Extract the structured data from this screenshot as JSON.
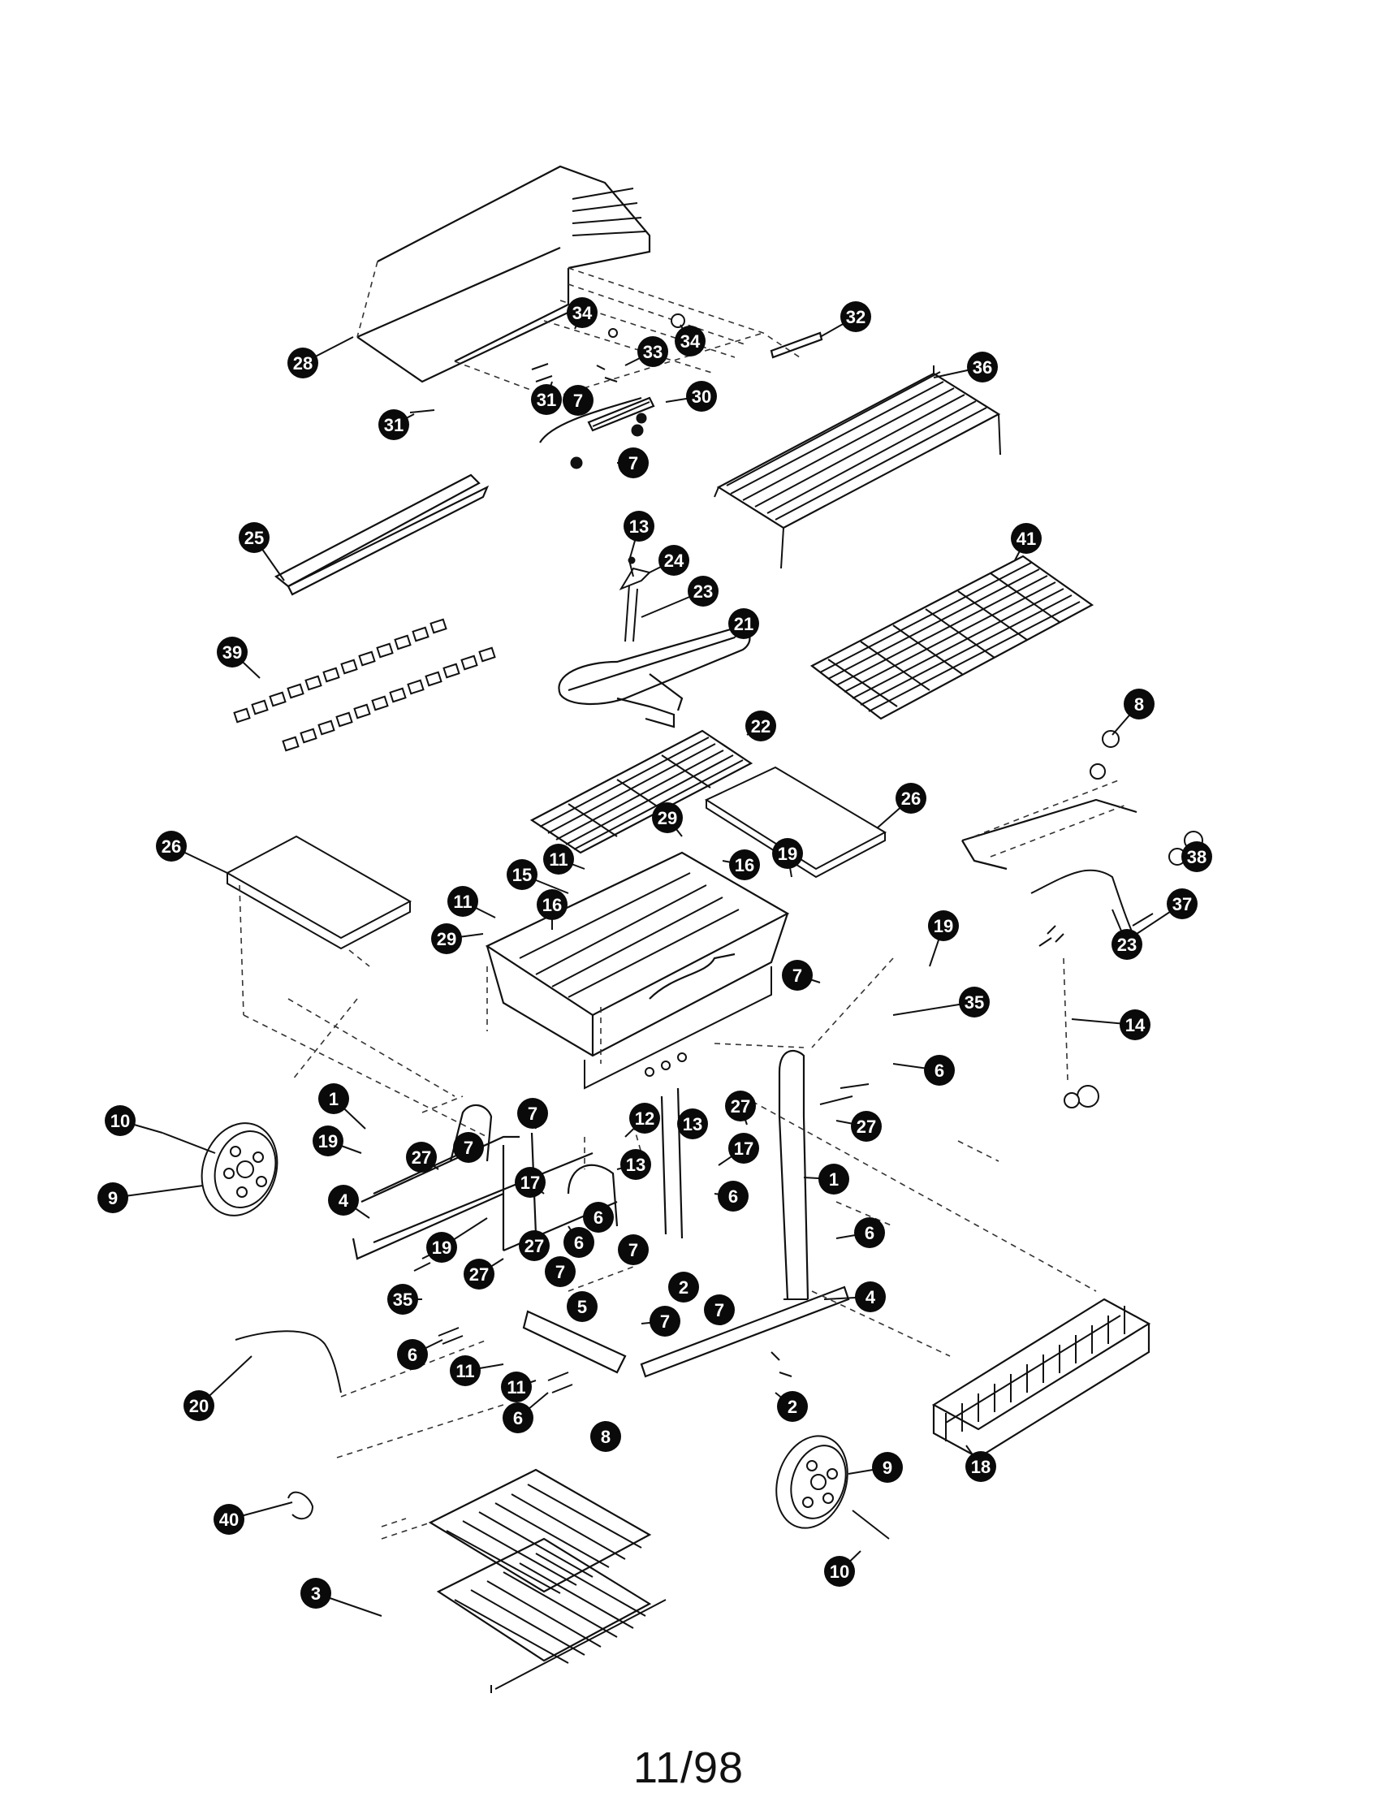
{
  "footer": {
    "date_code": "11/98"
  },
  "callouts": [
    {
      "label": "28"
    },
    {
      "label": "34"
    },
    {
      "label": "34"
    },
    {
      "label": "32"
    },
    {
      "label": "33"
    },
    {
      "label": "31"
    },
    {
      "label": "7"
    },
    {
      "label": "30"
    },
    {
      "label": "31"
    },
    {
      "label": "7"
    },
    {
      "label": "36"
    },
    {
      "label": "25"
    },
    {
      "label": "13"
    },
    {
      "label": "24"
    },
    {
      "label": "23"
    },
    {
      "label": "21"
    },
    {
      "label": "41"
    },
    {
      "label": "39"
    },
    {
      "label": "8"
    },
    {
      "label": "22"
    },
    {
      "label": "26"
    },
    {
      "label": "29"
    },
    {
      "label": "26"
    },
    {
      "label": "11"
    },
    {
      "label": "16"
    },
    {
      "label": "15"
    },
    {
      "label": "19"
    },
    {
      "label": "38"
    },
    {
      "label": "37"
    },
    {
      "label": "11"
    },
    {
      "label": "16"
    },
    {
      "label": "29"
    },
    {
      "label": "19"
    },
    {
      "label": "23"
    },
    {
      "label": "7"
    },
    {
      "label": "35"
    },
    {
      "label": "14"
    },
    {
      "label": "6"
    },
    {
      "label": "1"
    },
    {
      "label": "7"
    },
    {
      "label": "27"
    },
    {
      "label": "12"
    },
    {
      "label": "13"
    },
    {
      "label": "27"
    },
    {
      "label": "10"
    },
    {
      "label": "19"
    },
    {
      "label": "27"
    },
    {
      "label": "7"
    },
    {
      "label": "17"
    },
    {
      "label": "13"
    },
    {
      "label": "1"
    },
    {
      "label": "9"
    },
    {
      "label": "4"
    },
    {
      "label": "17"
    },
    {
      "label": "6"
    },
    {
      "label": "6"
    },
    {
      "label": "19"
    },
    {
      "label": "6"
    },
    {
      "label": "27"
    },
    {
      "label": "6"
    },
    {
      "label": "7"
    },
    {
      "label": "27"
    },
    {
      "label": "7"
    },
    {
      "label": "2"
    },
    {
      "label": "35"
    },
    {
      "label": "5"
    },
    {
      "label": "7"
    },
    {
      "label": "7"
    },
    {
      "label": "4"
    },
    {
      "label": "6"
    },
    {
      "label": "11"
    },
    {
      "label": "11"
    },
    {
      "label": "20"
    },
    {
      "label": "6"
    },
    {
      "label": "8"
    },
    {
      "label": "2"
    },
    {
      "label": "9"
    },
    {
      "label": "18"
    },
    {
      "label": "40"
    },
    {
      "label": "10"
    },
    {
      "label": "3"
    }
  ]
}
